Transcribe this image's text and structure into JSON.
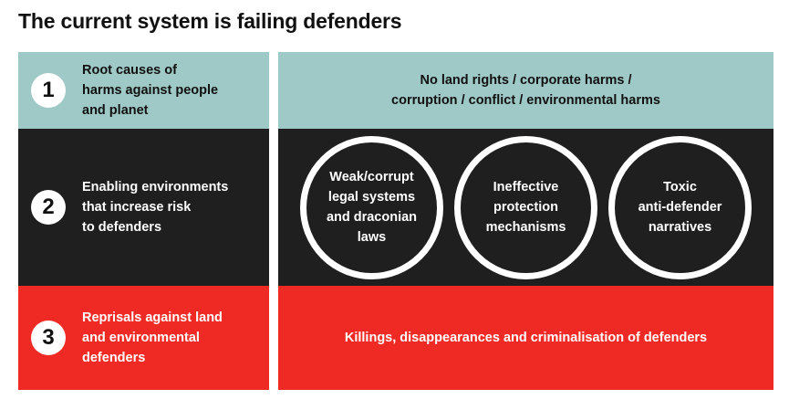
{
  "title": "The current system is failing defenders",
  "rows": [
    {
      "number": "1",
      "label": "Root causes of\nharms against people\nand planet",
      "detail": "No land rights / corporate harms /\ncorruption / conflict / environmental harms"
    },
    {
      "number": "2",
      "label": "Enabling environments\nthat increase risk\nto defenders",
      "circles": [
        "Weak/corrupt\nlegal systems\nand draconian\nlaws",
        "Ineffective\nprotection\nmechanisms",
        "Toxic\nanti-defender\nnarratives"
      ]
    },
    {
      "number": "3",
      "label": "Reprisals against land\nand environmental\ndefenders",
      "detail": "Killings, disappearances and criminalisation of defenders"
    }
  ],
  "colors": {
    "row1": "#9fc9c7",
    "row2": "#1f1f1f",
    "row3": "#ef2a25"
  }
}
